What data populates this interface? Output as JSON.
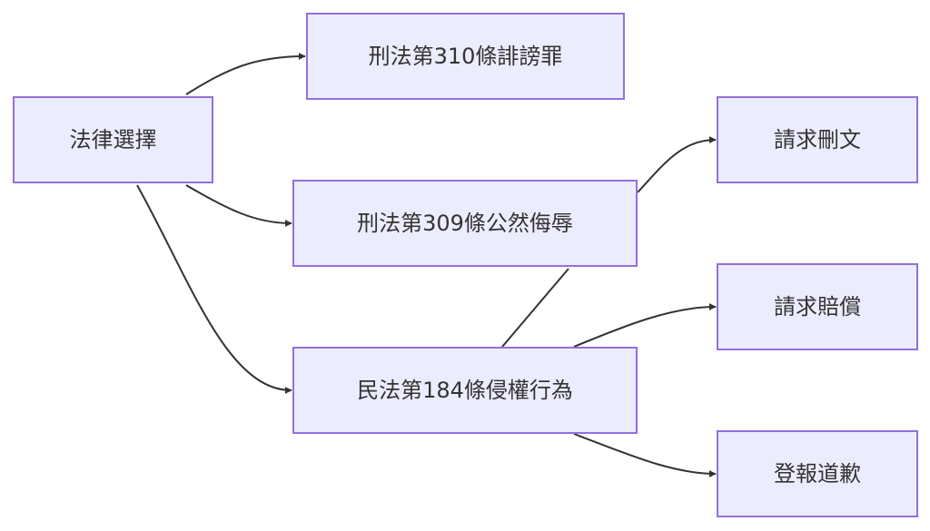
{
  "diagram": {
    "nodes": {
      "law_choice": "法律選擇",
      "art310": "刑法第310條誹謗罪",
      "art309": "刑法第309條公然侮辱",
      "art184": "民法第184條侵權行為",
      "delete": "請求刪文",
      "compensation": "請求賠償",
      "apology": "登報道歉"
    },
    "edges": [
      {
        "from": "law_choice",
        "to": "art310"
      },
      {
        "from": "law_choice",
        "to": "art309"
      },
      {
        "from": "law_choice",
        "to": "art184"
      },
      {
        "from": "art184",
        "to": "delete"
      },
      {
        "from": "art184",
        "to": "compensation"
      },
      {
        "from": "art184",
        "to": "apology"
      }
    ],
    "colors": {
      "node_fill": "#ececff",
      "node_border": "#9370db",
      "edge": "#333333",
      "text": "#333333"
    }
  }
}
